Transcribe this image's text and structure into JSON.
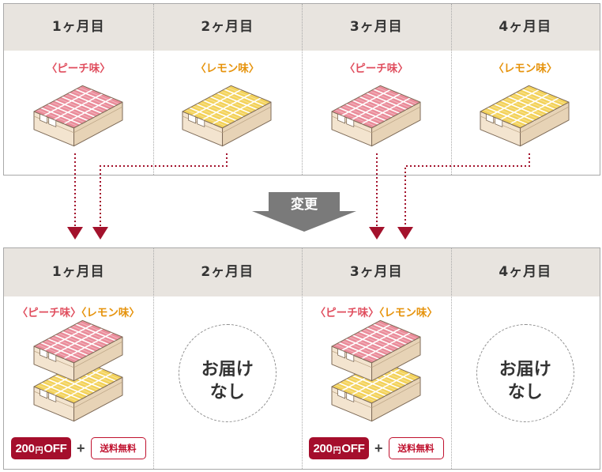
{
  "colors": {
    "peach_label": "#e04e5e",
    "lemon_label": "#e6930c",
    "peach_tiles": "#ea8c9a",
    "lemon_tiles": "#f3d25a",
    "header_bg": "#e8e4df",
    "arrow_red": "#a3122c",
    "change_arrow": "#7a7a7a",
    "change_text": "#ffffff",
    "discount_badge": "#a50e2c",
    "shipping_red": "#c0112e"
  },
  "current_schedule": {
    "months": [
      {
        "header": "1ヶ月目",
        "flavor": "〈ピーチ味〉",
        "box": "peach-box-icon"
      },
      {
        "header": "2ヶ月目",
        "flavor": "〈レモン味〉",
        "box": "lemon-box-icon"
      },
      {
        "header": "3ヶ月目",
        "flavor": "〈ピーチ味〉",
        "box": "peach-box-icon"
      },
      {
        "header": "4ヶ月目",
        "flavor": "〈レモン味〉",
        "box": "lemon-box-icon"
      }
    ]
  },
  "change_label": "変更",
  "new_schedule": {
    "months": [
      {
        "header": "1ヶ月目",
        "flavors": [
          "〈ピーチ味〉",
          "〈レモン味〉"
        ],
        "discount": {
          "amount": "200",
          "unit": "円",
          "suffix": "OFF"
        },
        "plus": "+",
        "shipping": "送料無料"
      },
      {
        "header": "2ヶ月目",
        "no_delivery": [
          "お届け",
          "なし"
        ]
      },
      {
        "header": "3ヶ月目",
        "flavors": [
          "〈ピーチ味〉",
          "〈レモン味〉"
        ],
        "discount": {
          "amount": "200",
          "unit": "円",
          "suffix": "OFF"
        },
        "plus": "+",
        "shipping": "送料無料"
      },
      {
        "header": "4ヶ月目",
        "no_delivery": [
          "お届け",
          "なし"
        ]
      }
    ]
  }
}
